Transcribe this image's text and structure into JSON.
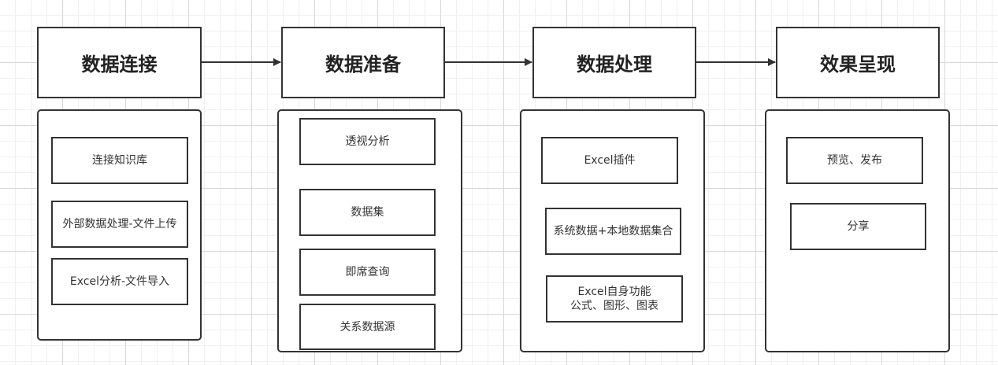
{
  "stages": [
    {
      "title": "数据连接",
      "items": [
        "连接知识库",
        "外部数据处理-文件上传",
        "Excel分析-文件导入"
      ]
    },
    {
      "title": "数据准备",
      "items": [
        "透视分析",
        "数据集",
        "即席查询",
        "关系数据源"
      ]
    },
    {
      "title": "数据处理",
      "items": [
        "Excel插件",
        "系统数据+本地数据集合",
        "Excel自身功能\n公式、图形、图表"
      ]
    },
    {
      "title": "效果呈现",
      "items": [
        "预览、发布",
        "分享"
      ]
    }
  ],
  "colors": {
    "stroke": "#333333",
    "grid": "#d9d9d9"
  }
}
